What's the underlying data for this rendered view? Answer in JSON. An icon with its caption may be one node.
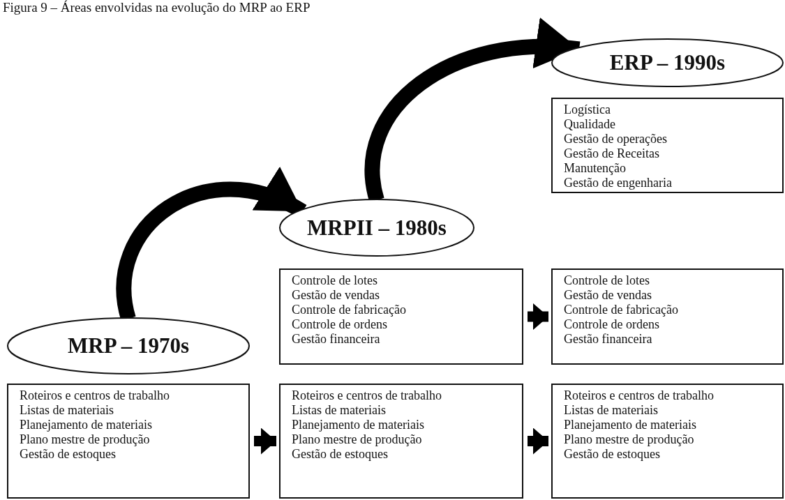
{
  "diagram": {
    "title": "Figura 9 – Áreas envolvidas na evolução do MRP ao ERP",
    "nodes": [
      {
        "text": [
          "MRP – 1970s"
        ]
      },
      {
        "text": [
          "Roteiros e centros de trabalho",
          "Listas de materiais",
          "Planejamento de materiais",
          "Plano mestre de produção",
          "Gestão de estoques"
        ]
      },
      {
        "text": [
          "MRPII – 1980s"
        ]
      },
      {
        "text": [
          "Controle de lotes",
          "Gestão de vendas",
          "Controle de fabricação",
          "Controle de ordens",
          "Gestão financeira"
        ]
      },
      {
        "text": [
          "Roteiros e centros de trabalho",
          "Listas de materiais",
          "Planejamento de materiais",
          "Plano mestre de produção",
          "Gestão de estoques"
        ]
      },
      {
        "text": [
          "ERP – 1990s"
        ]
      },
      {
        "text": [
          "Logística",
          "Qualidade",
          "Gestão de operações",
          "Gestão de Receitas",
          "Manutenção",
          "Gestão de engenharia"
        ]
      },
      {
        "text": [
          "Controle de lotes",
          "Gestão de vendas",
          "Controle de fabricação",
          "Controle de ordens",
          "Gestão financeira"
        ]
      },
      {
        "text": [
          "Roteiros e centros de trabalho",
          "Listas de materiais",
          "Planejamento de materiais",
          "Plano mestre de produção",
          "Gestão de estoques"
        ]
      }
    ],
    "edges": [
      {
        "from": 0,
        "to": 2,
        "arrow": "to"
      },
      {
        "from": 2,
        "to": 5,
        "arrow": "to"
      },
      {
        "from": 3,
        "to": 7,
        "arrow": "to"
      },
      {
        "from": 1,
        "to": 4,
        "arrow": "to"
      },
      {
        "from": 4,
        "to": 8,
        "arrow": "to"
      }
    ]
  }
}
